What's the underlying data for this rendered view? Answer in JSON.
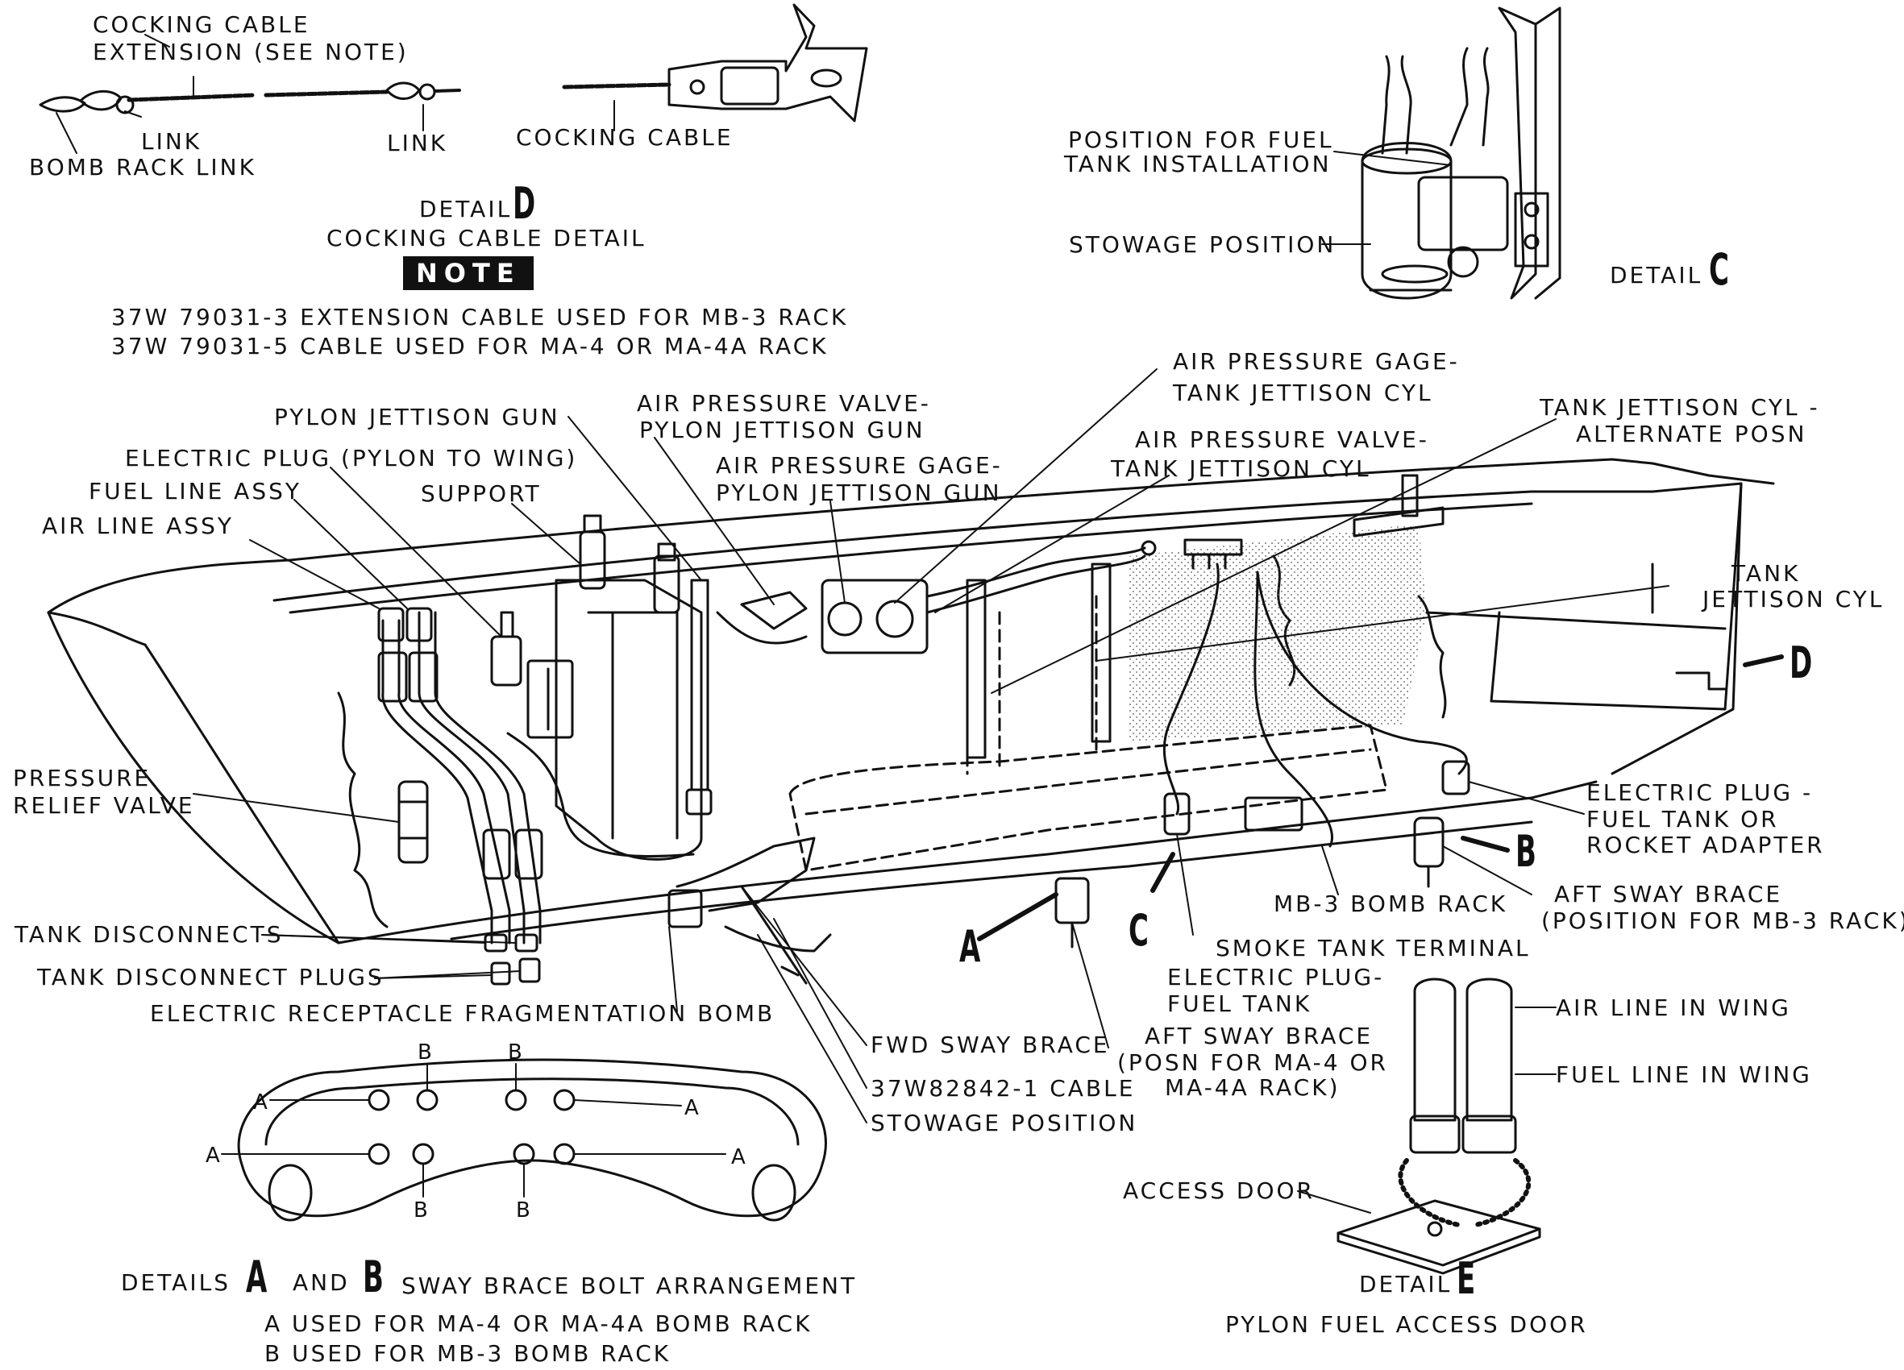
{
  "detail_d": {
    "cocking_cable_extension": [
      "COCKING CABLE",
      "EXTENSION (SEE NOTE)"
    ],
    "link_1": "LINK",
    "link_2": "LINK",
    "bomb_rack_link": "BOMB RACK LINK",
    "cocking_cable": "COCKING CABLE",
    "detail_word": "DETAIL",
    "letter": "D",
    "caption": "COCKING CABLE DETAIL"
  },
  "note": {
    "heading": "NOTE",
    "lines": [
      "37W 79031-3 EXTENSION CABLE USED FOR MB-3 RACK",
      "37W 79031-5 CABLE USED FOR MA-4 OR MA-4A RACK"
    ]
  },
  "detail_c": {
    "fuel_tank_position": [
      "POSITION FOR FUEL",
      "TANK INSTALLATION"
    ],
    "stowage_position": "STOWAGE POSITION",
    "detail_word": "DETAIL",
    "letter": "C"
  },
  "main": {
    "pylon_jettison_gun": "PYLON JETTISON GUN",
    "air_pressure_valve_pylon": [
      "AIR PRESSURE VALVE-",
      "PYLON JETTISON GUN"
    ],
    "air_pressure_gage_pylon": [
      "AIR PRESSURE GAGE-",
      "PYLON JETTISON GUN"
    ],
    "air_pressure_gage_tank": [
      "AIR PRESSURE GAGE-",
      "TANK JETTISON CYL"
    ],
    "air_pressure_valve_tank": [
      "AIR PRESSURE VALVE-",
      "TANK JETTISON CYL"
    ],
    "tank_jettison_alt": [
      "TANK JETTISON CYL -",
      "ALTERNATE POSN"
    ],
    "electric_plug_pylon": "ELECTRIC PLUG (PYLON TO WING)",
    "fuel_line_assy": "FUEL LINE ASSY",
    "support": "SUPPORT",
    "air_line_assy": "AIR LINE ASSY",
    "tank_jettison_cyl": [
      "TANK",
      "JETTISON CYL"
    ],
    "pressure_relief_valve": [
      "PRESSURE",
      "RELIEF VALVE"
    ],
    "electric_plug_fuel_tank_rocket": [
      "ELECTRIC PLUG -",
      "FUEL TANK OR",
      "ROCKET ADAPTER"
    ],
    "mb3_bomb_rack": "MB-3 BOMB RACK",
    "aft_sway_brace_mb3": [
      "AFT SWAY BRACE",
      "(POSITION FOR MB-3 RACK)"
    ],
    "tank_disconnects": "TANK DISCONNECTS",
    "tank_disconnect_plugs": "TANK DISCONNECT PLUGS",
    "electric_receptacle": "ELECTRIC RECEPTACLE FRAGMENTATION BOMB",
    "smoke_tank_terminal": "SMOKE TANK TERMINAL",
    "electric_plug_fuel_tank": [
      "ELECTRIC PLUG-",
      "FUEL TANK"
    ],
    "fwd_sway_brace": "FWD SWAY BRACE",
    "aft_sway_brace_ma4": [
      "AFT SWAY BRACE",
      "(POSN FOR MA-4 OR",
      "MA-4A RACK)"
    ],
    "cable_37w": "37W82842-1 CABLE",
    "stowage_position": "STOWAGE POSITION",
    "callout_a": "A",
    "callout_b": "B",
    "callout_c": "C",
    "callout_d": "D"
  },
  "detail_ab": {
    "hole_labels": [
      "A",
      "A",
      "A",
      "A",
      "B",
      "B",
      "B",
      "B"
    ],
    "details_word": "DETAILS",
    "letter_a": "A",
    "and_word": "AND",
    "letter_b": "B",
    "caption": "SWAY BRACE BOLT ARRANGEMENT",
    "legend": [
      "A USED FOR MA-4 OR MA-4A BOMB RACK",
      "B USED FOR MB-3 BOMB RACK"
    ]
  },
  "detail_e": {
    "air_line": "AIR LINE IN WING",
    "fuel_line": "FUEL LINE IN WING",
    "access_door": "ACCESS DOOR",
    "detail_word": "DETAIL",
    "letter": "E",
    "caption": "PYLON FUEL ACCESS DOOR"
  }
}
